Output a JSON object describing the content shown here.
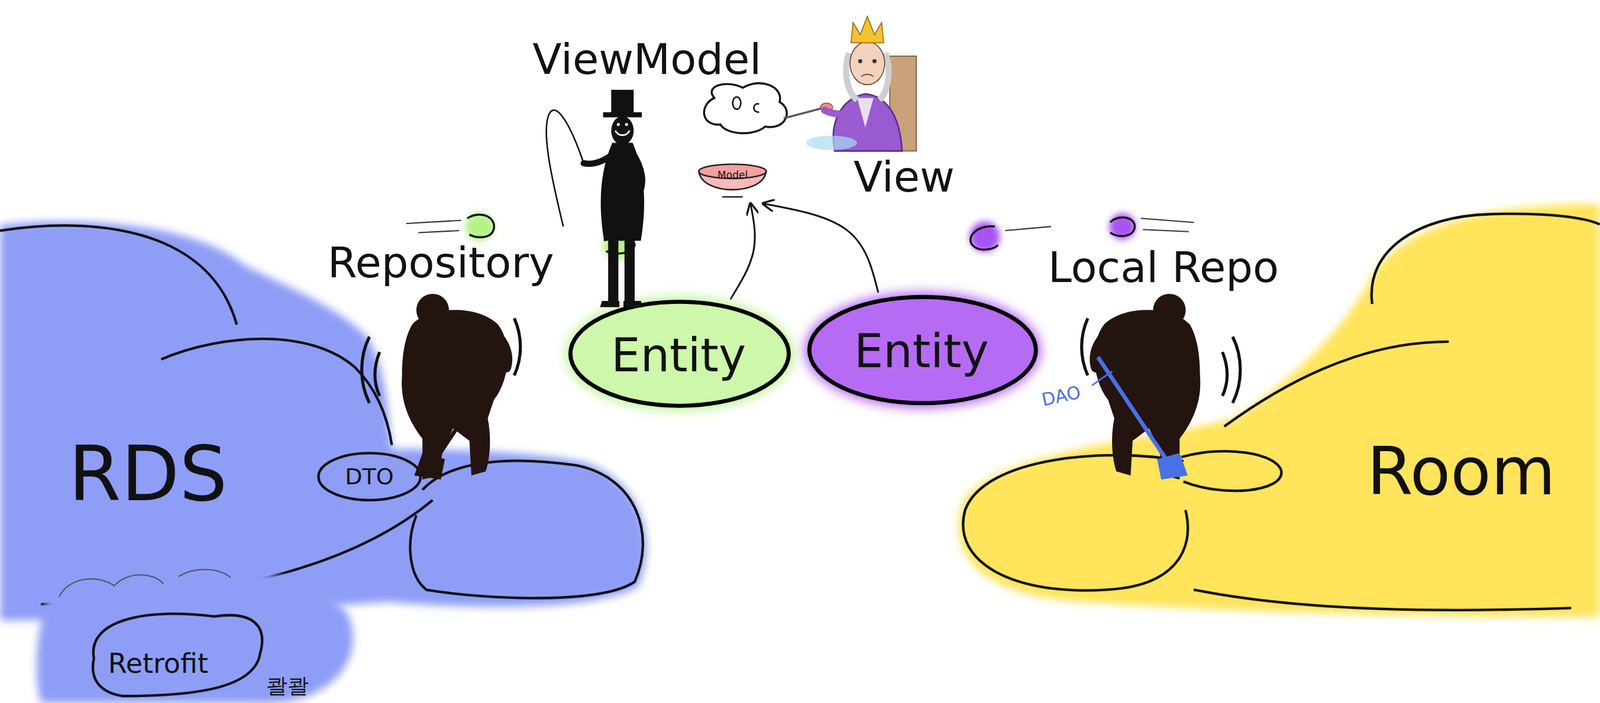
{
  "diagram": {
    "nodes": [
      {
        "text": [
          "Model"
        ]
      },
      {
        "text": [
          "RDS"
        ]
      },
      {
        "text": [
          "DTO"
        ],
        "in": 1
      },
      {
        "text": [
          "Retrofit"
        ]
      },
      {
        "text": [
          "Entity"
        ]
      },
      {
        "text": [
          "Entity"
        ]
      },
      {
        "text": [
          "Room"
        ]
      }
    ],
    "edges": [
      {
        "from": 4,
        "to": 0,
        "arrow": "to"
      },
      {
        "from": 5,
        "to": 0,
        "arrow": "to"
      }
    ],
    "labels": [
      "ViewModel",
      "View",
      "Repository",
      "Local Repo",
      "DAO",
      "콸콸"
    ]
  }
}
